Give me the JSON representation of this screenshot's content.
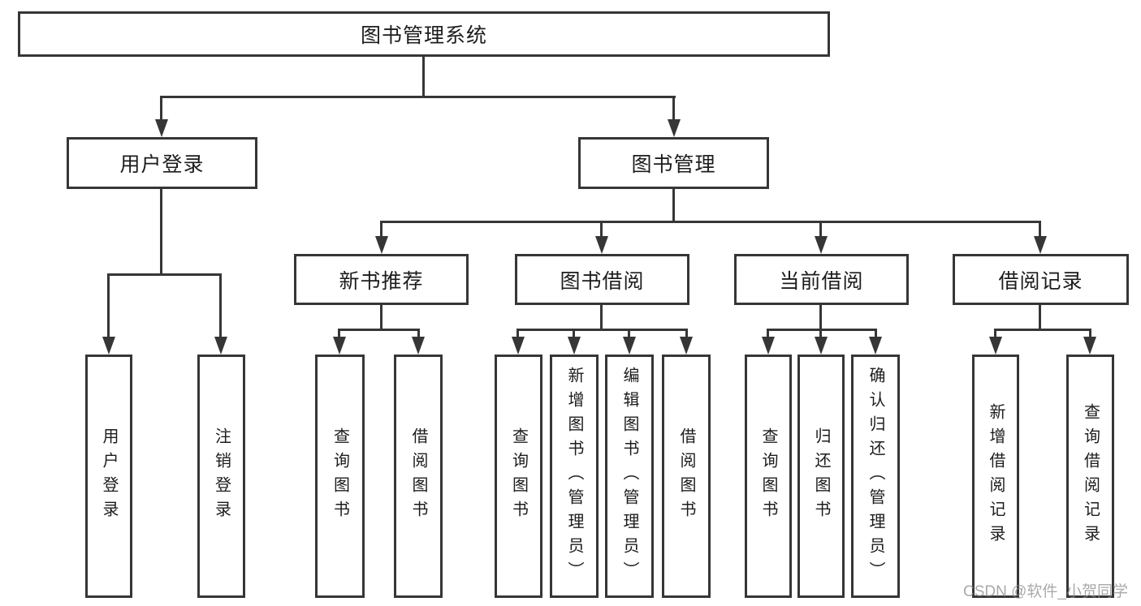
{
  "tree": {
    "root": {
      "label": "图书管理系统",
      "children": [
        {
          "label": "用户登录",
          "children": [
            {
              "label": "用户登录"
            },
            {
              "label": "注销登录"
            }
          ]
        },
        {
          "label": "图书管理",
          "children": [
            {
              "label": "新书推荐",
              "children": [
                {
                  "label": "查询图书"
                },
                {
                  "label": "借阅图书"
                }
              ]
            },
            {
              "label": "图书借阅",
              "children": [
                {
                  "label": "查询图书"
                },
                {
                  "label": "新增图书（管理员）"
                },
                {
                  "label": "编辑图书（管理员）"
                },
                {
                  "label": "借阅图书"
                }
              ]
            },
            {
              "label": "当前借阅",
              "children": [
                {
                  "label": "查询图书"
                },
                {
                  "label": "归还图书"
                },
                {
                  "label": "确认归还（管理员）"
                }
              ]
            },
            {
              "label": "借阅记录",
              "children": [
                {
                  "label": "新增借阅记录"
                },
                {
                  "label": "查询借阅记录"
                }
              ]
            }
          ]
        }
      ]
    }
  },
  "watermark": {
    "text": "CSDN @软件_小贺同学"
  },
  "colors": {
    "line": "#363636",
    "box_border": "#363636",
    "text": "#1c1c1c",
    "watermark": "#8c8c8c",
    "background": "#ffffff"
  }
}
